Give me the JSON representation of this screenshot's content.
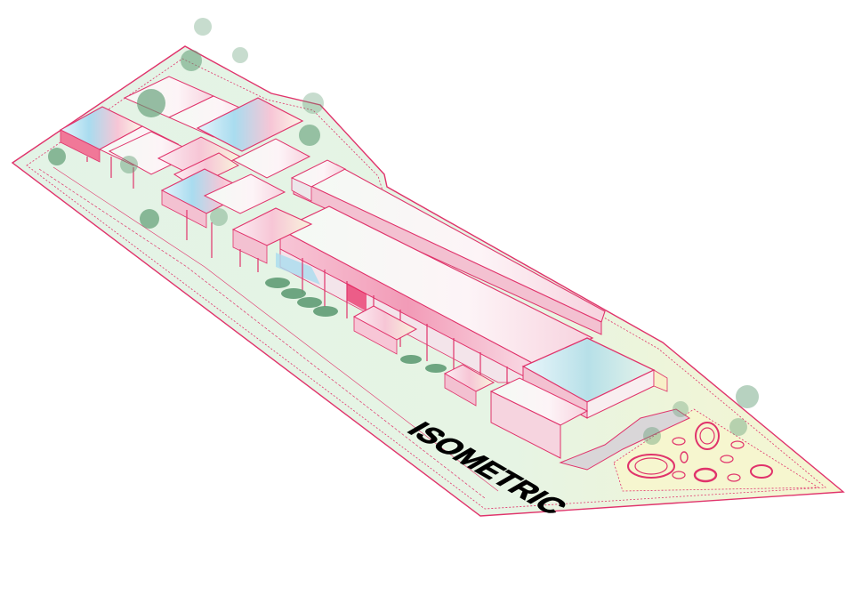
{
  "title": "ISOMETRIC",
  "drawing": {
    "type": "architectural isometric site axonometric",
    "colors": {
      "outline": "#e0336b",
      "ground": "#e3f3e6",
      "plaza": "#f6f6cf",
      "roof_blue": "#a9dcef",
      "roof_pink": "#f7c6d6",
      "roof_white": "#fbf5f7",
      "tree": "#5f9c74",
      "shade_grey": "#d9d6d8",
      "accent_magenta": "#e8245e"
    },
    "elements": [
      "site-boundary",
      "perimeter-dotted-path",
      "building-cluster-northwest",
      "long-main-block",
      "lower-arcade-block",
      "square-hall-east",
      "terrace-plaza",
      "circular-playground-plaza",
      "trees",
      "parking-bays",
      "people-figures"
    ]
  }
}
